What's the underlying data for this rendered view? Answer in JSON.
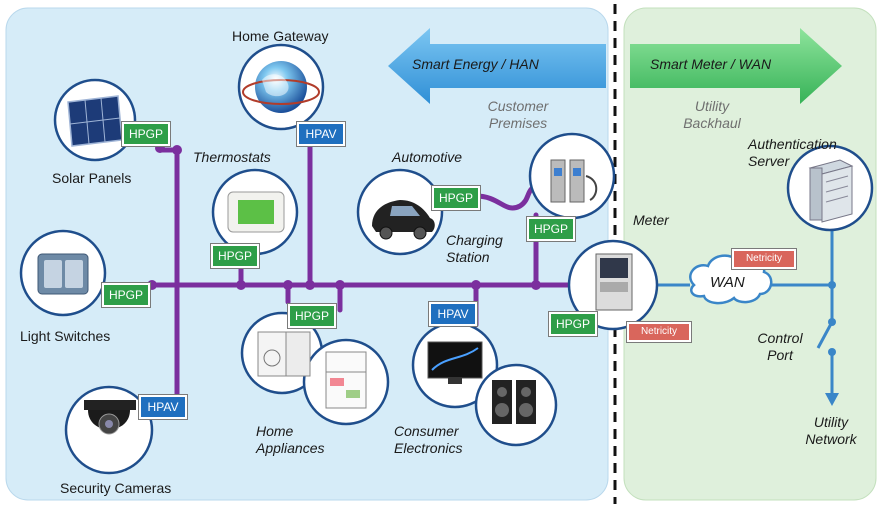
{
  "regions": {
    "han_arrow_label": "Smart Energy / HAN",
    "wan_arrow_label": "Smart Meter / WAN",
    "customer_premises": [
      "Customer",
      "Premises"
    ],
    "utility_backhaul": [
      "Utility",
      "Backhaul"
    ]
  },
  "devices": {
    "home_gateway": "Home Gateway",
    "solar_panels": "Solar Panels",
    "thermostats": "Thermostats",
    "automotive": "Automotive",
    "charging_station": [
      "Charging",
      "Station"
    ],
    "meter": "Meter",
    "light_switches": "Light Switches",
    "security_cameras": "Security Cameras",
    "home_appliances": [
      "Home",
      "Appliances"
    ],
    "consumer_electronics": [
      "Consumer",
      "Electronics"
    ],
    "authentication_server": [
      "Authentication",
      "Server"
    ],
    "control_port": [
      "Control",
      "Port"
    ],
    "utility_network": [
      "Utility",
      "Network"
    ],
    "wan_cloud": "WAN"
  },
  "tags": {
    "hpgp": "HPGP",
    "hpav": "HPAV",
    "netricity": "Netricity"
  },
  "colors": {
    "han_background": "#d6ecf8",
    "wan_background": "#dff0dc",
    "bus_line": "#7b2f9e",
    "wan_line": "#3a86c8",
    "hpgp": "#2e9e48",
    "hpav": "#1f6fbf",
    "netricity": "#d9665c",
    "han_arrow": "#3ea0e0",
    "wan_arrow": "#4cc46a"
  },
  "icons": [
    "globe-icon",
    "solar-panel-icon",
    "thermostat-icon",
    "car-icon",
    "charging-station-icon",
    "meter-icon",
    "light-switch-icon",
    "security-camera-icon",
    "washer-dryer-icon",
    "refrigerator-icon",
    "monitor-icon",
    "speakers-icon",
    "server-icon",
    "cloud-icon"
  ]
}
